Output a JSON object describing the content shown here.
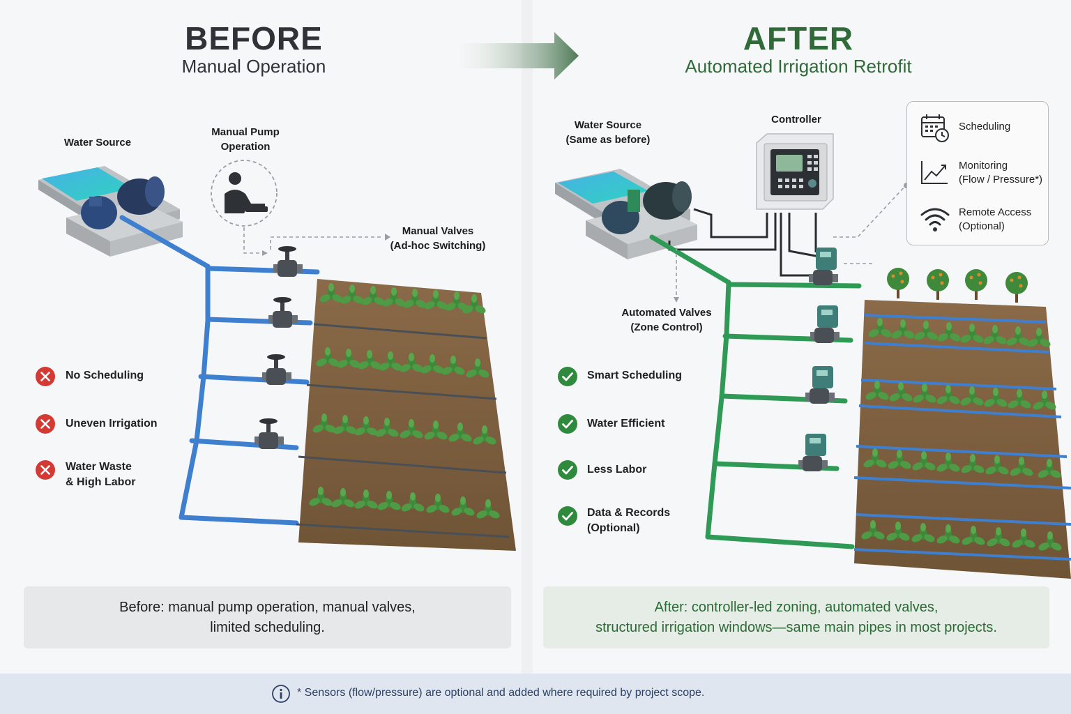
{
  "before": {
    "title": "BEFORE",
    "subtitle": "Manual Operation",
    "labels": {
      "water_source": "Water Source",
      "pump_line1": "Manual Pump",
      "pump_line2": "Operation",
      "valves_line1": "Manual Valves",
      "valves_line2": "(Ad-hoc Switching)"
    },
    "issues": [
      {
        "line1": "No Scheduling",
        "line2": ""
      },
      {
        "line1": "Uneven Irrigation",
        "line2": ""
      },
      {
        "line1": "Water Waste",
        "line2": "& High Labor"
      }
    ],
    "caption_line1": "Before: manual pump operation, manual valves,",
    "caption_line2": "limited scheduling."
  },
  "after": {
    "title": "AFTER",
    "subtitle": "Automated Irrigation Retrofit",
    "labels": {
      "water_source_line1": "Water Source",
      "water_source_line2": "(Same as before)",
      "controller": "Controller",
      "valves_line1": "Automated Valves",
      "valves_line2": "(Zone Control)"
    },
    "features": [
      {
        "line1": "Scheduling",
        "line2": "",
        "icon": "calendar-clock-icon"
      },
      {
        "line1": "Monitoring",
        "line2": "(Flow / Pressure*)",
        "icon": "trend-chart-icon"
      },
      {
        "line1": "Remote Access",
        "line2": "(Optional)",
        "icon": "wifi-icon"
      }
    ],
    "benefits": [
      {
        "line1": "Smart Scheduling",
        "line2": ""
      },
      {
        "line1": "Water Efficient",
        "line2": ""
      },
      {
        "line1": "Less Labor",
        "line2": ""
      },
      {
        "line1": "Data & Records",
        "line2": "(Optional)"
      }
    ],
    "caption_line1": "After: controller-led zoning, automated valves,",
    "caption_line2": "structured irrigation windows—same main pipes in most projects."
  },
  "footer": {
    "note": "* Sensors (flow/pressure) are optional and added where required by project scope."
  },
  "colors": {
    "before_title": "#2f3338",
    "after_title": "#2f6a38",
    "blue_pipe": "#3f7fd0",
    "green_pipe": "#2e9a55",
    "error_red": "#d23a33",
    "check_green": "#2f8a3e"
  }
}
